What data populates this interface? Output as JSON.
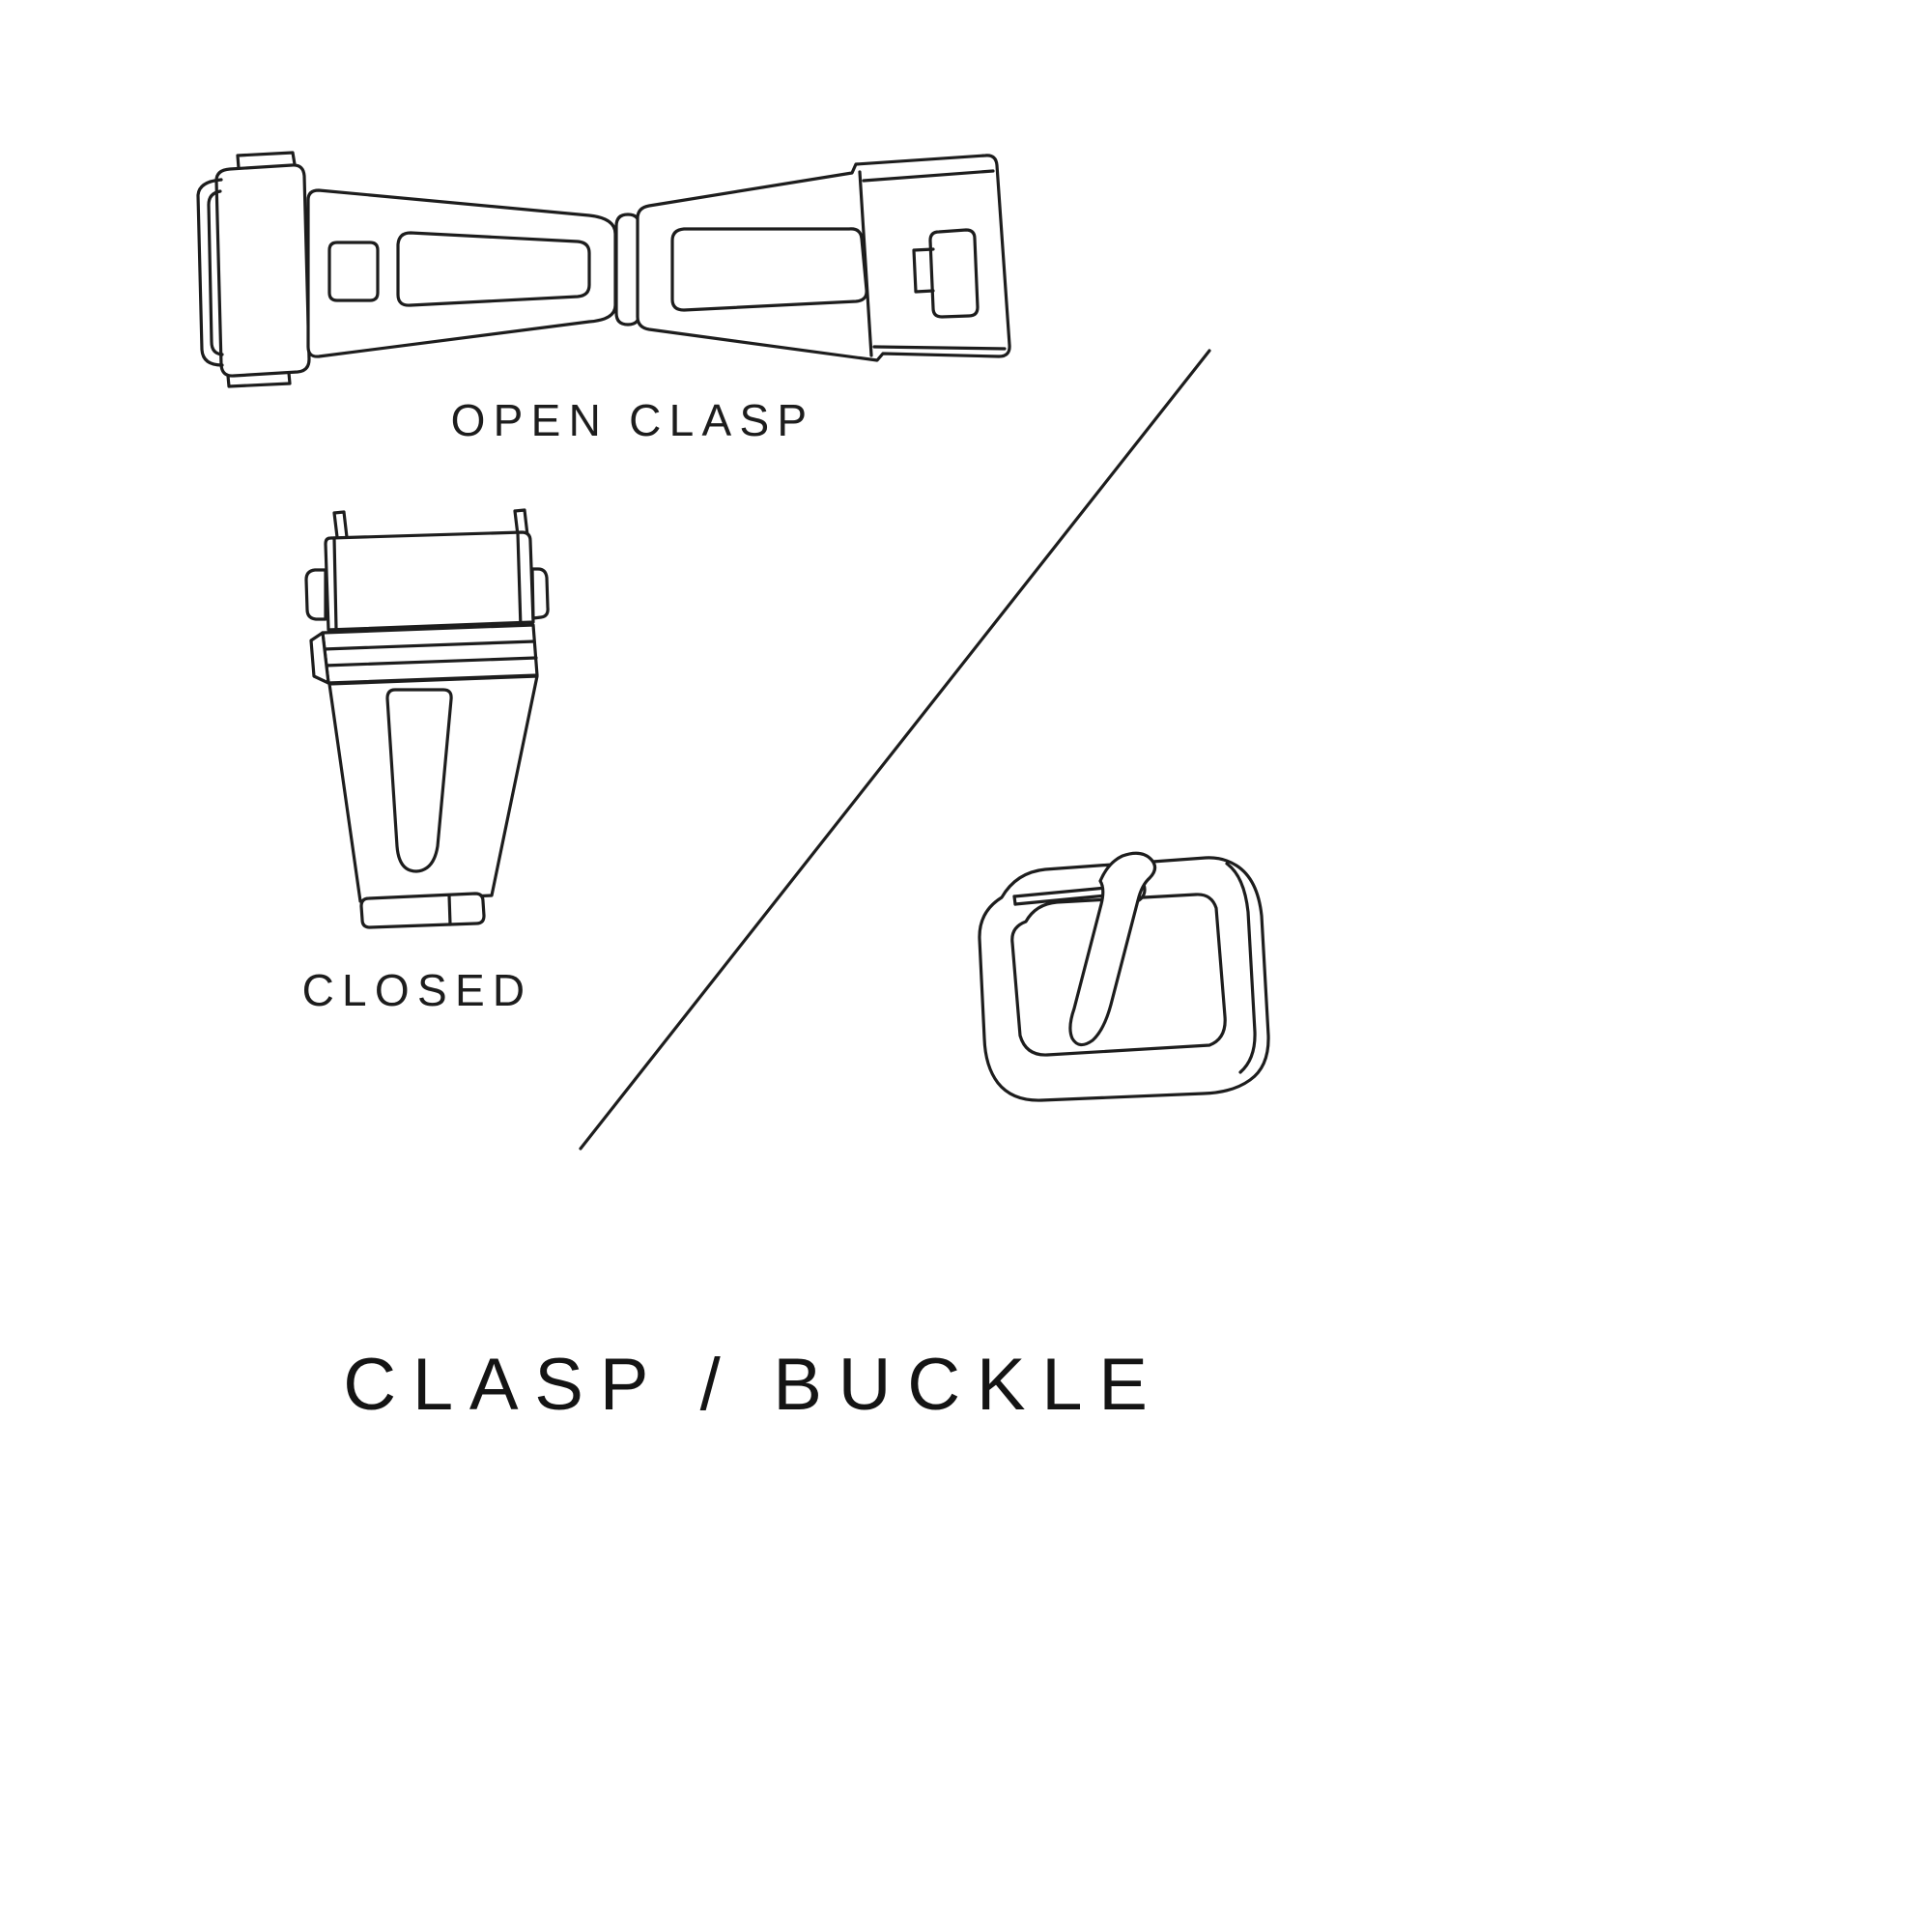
{
  "title": {
    "text": "CLASP / BUCKLE"
  },
  "labels": {
    "open_clasp": "OPEN CLASP",
    "closed": "CLOSED"
  },
  "colors": {
    "ink": "#1d1d1d",
    "background": "#ffffff"
  }
}
